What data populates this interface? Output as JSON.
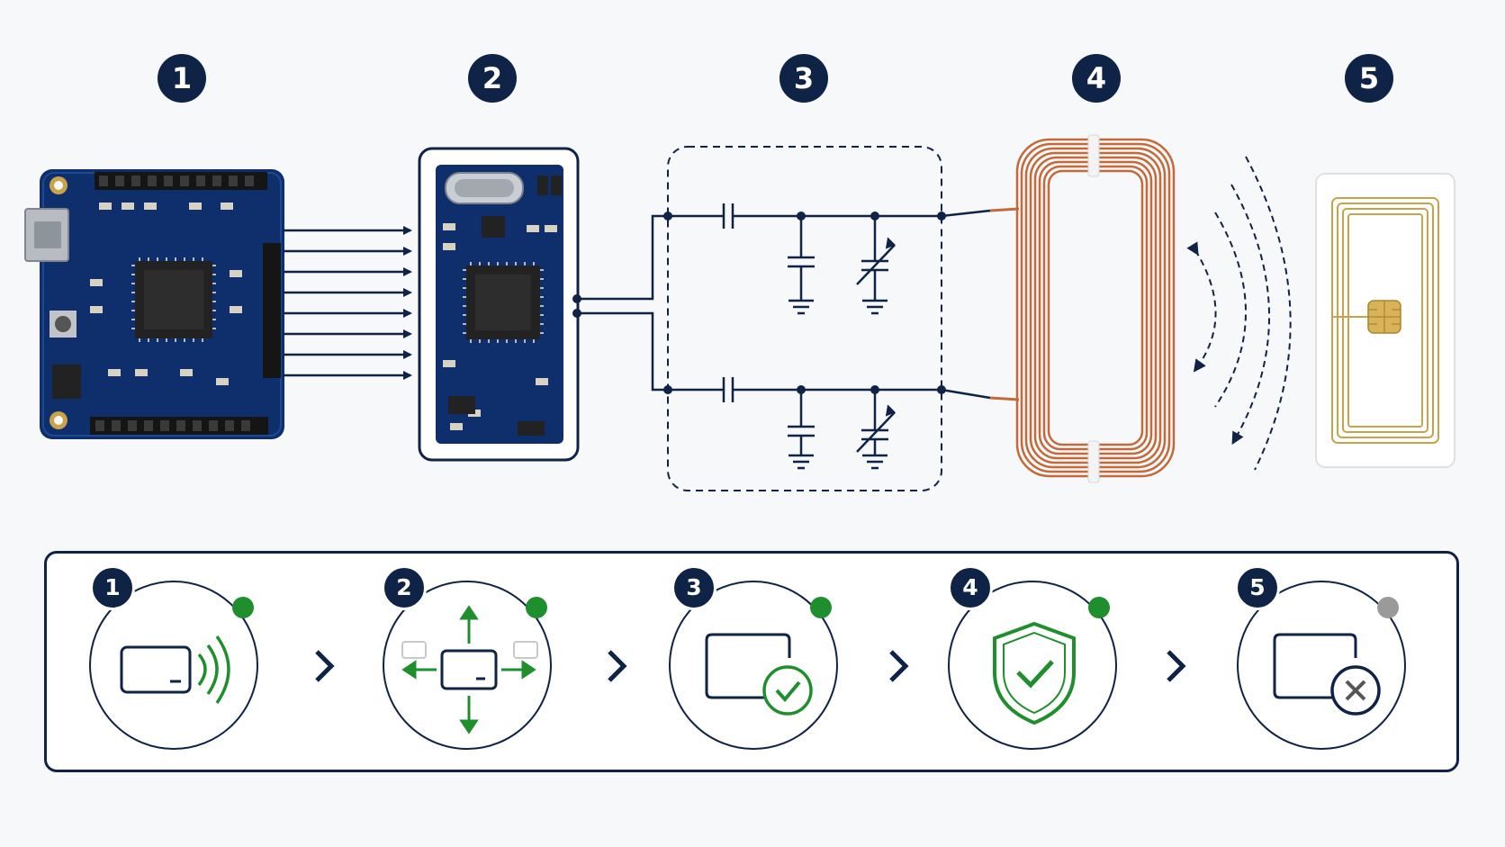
{
  "colors": {
    "navy": "#0f2347",
    "pcb_blue": "#0e2f6b",
    "copper": "#c46a3a",
    "gold": "#c9a24a",
    "status_active": "#1f8f2e",
    "status_inactive": "#9a9a9a"
  },
  "stages": [
    {
      "number": "1",
      "name": "microcontroller-board"
    },
    {
      "number": "2",
      "name": "rfid-reader-module"
    },
    {
      "number": "3",
      "name": "matching-network"
    },
    {
      "number": "4",
      "name": "antenna-coil"
    },
    {
      "number": "5",
      "name": "rfid-card"
    }
  ],
  "steps": [
    {
      "number": "1",
      "icon": "card-signal-icon",
      "status": "active"
    },
    {
      "number": "2",
      "icon": "card-directions-icon",
      "status": "active"
    },
    {
      "number": "3",
      "icon": "card-check-icon",
      "status": "active"
    },
    {
      "number": "4",
      "icon": "shield-check-icon",
      "status": "active"
    },
    {
      "number": "5",
      "icon": "card-error-icon",
      "status": "inactive"
    }
  ]
}
